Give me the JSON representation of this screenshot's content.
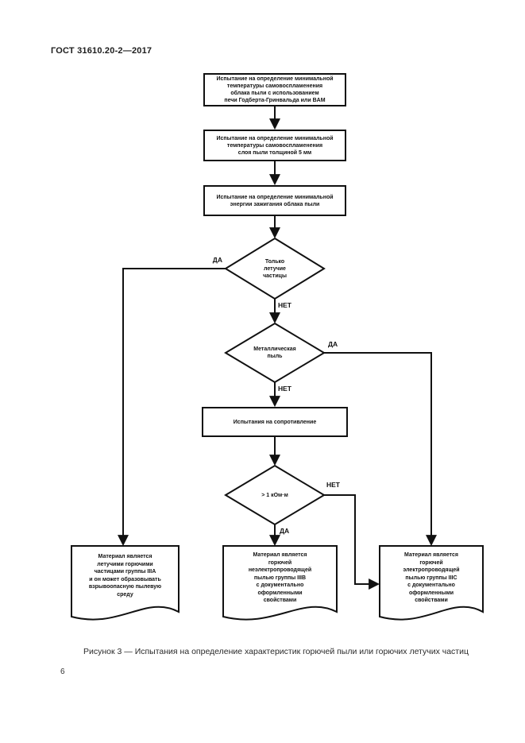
{
  "page": {
    "standard_code": "ГОСТ 31610.20-2—2017",
    "page_number": "6",
    "figure_caption": "Рисунок 3 — Испытания на определение характеристик горючей пыли или горючих летучих частиц"
  },
  "flowchart": {
    "process": {
      "cloud_ignition_temp": "Испытание на определение минимальной\nтемпературы самовоспламенения\nоблака пыли с использованием\nпечи Годберта-Гринвальда или BAM",
      "layer_ignition_temp": "Испытание на определение минимальной\nтемпературы самовоспламенения\nслоя пыли толщиной 5 мм",
      "min_ignition_energy": "Испытание на определение минимальной\nэнергии зажигания облака пыли",
      "resistance_test": "Испытания на сопротивление"
    },
    "decision": {
      "volatile_only": "Только\nлетучие\nчастицы",
      "metal_dust": "Металлическая\nпыль",
      "resistivity": "> 1 кОм·м"
    },
    "result": {
      "group_iiia": "Материал является\nлетучими горючими\nчастицами группы IIIA\nи он может образовывать\nвзрывоопасную пылевую\nсреду",
      "group_iiib": "Материал является\nгорючей\nнеэлектропроводящей\nпылью группы IIIB\nс документально\nоформленными\nсвойствами",
      "group_iiic": "Материал является\nгорючей\nэлектропроводящей\nпылью группы IIIC\nс документально\nоформленными\nсвойствами"
    },
    "labels": {
      "yes": "ДА",
      "no": "НЕТ"
    }
  }
}
